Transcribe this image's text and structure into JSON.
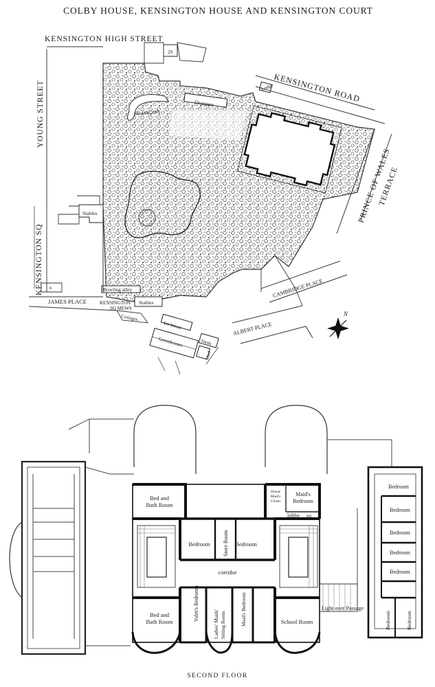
{
  "title": "COLBY HOUSE, KENSINGTON HOUSE AND KENSINGTON COURT",
  "site_plan": {
    "streets": {
      "kensington_high_street": "KENSINGTON HIGH STREET",
      "young_street": "YOUNG STREET",
      "kensington_road": "KENSINGTON ROAD",
      "prince_of_wales": "PRINCE OF WALES",
      "terrace": "TERRACE",
      "kensington_sq": "KENSINGTON SQ",
      "james_place": "JAMES PLACE",
      "cambridge_place": "CAMBRIDGE PLACE",
      "albert_place": "ALBERT PLACE"
    },
    "features": {
      "house_number": "29",
      "lodge": "Lodge",
      "orangery": "Orangery",
      "skating_rink": "Skating rink",
      "stables_west": "Stables",
      "bowling_alley": "Bowling alley",
      "kensington": "KENSINGTON",
      "sq_mews": "SQ MEWS",
      "stables_south": "Stables",
      "cottages": "Cottages",
      "greenhouses": "Greenhouses",
      "sheds": "Sheds",
      "shed": "Shed",
      "ice_house": "Ice house",
      "small_number": "6"
    },
    "compass": {
      "north": "N"
    }
  },
  "floor_plan": {
    "rooms": {
      "bed_bath_top": [
        "Bed and",
        "Bath Room"
      ],
      "bed_bath_bottom": [
        "Bed and",
        "Bath Room"
      ],
      "bedroom_centre": "Bedroom",
      "store_room": "Store Room",
      "bedroom_centre_2": "Bedroom",
      "house_maids_closet": [
        "House",
        "Maid's",
        "Closet"
      ],
      "maids_bedroom": [
        "Maid's",
        "Bedroom"
      ],
      "lobby": "lobby",
      "wc": "wc",
      "corridor": "corridor",
      "valets_bedroom": "Valet's Bedroom",
      "ladies_maids_sitting": [
        "Ladies' Maids'",
        "Sitting Room"
      ],
      "maids_bedroom_2": "Maid's Bedroom",
      "school_room": "School Room",
      "light_over_passage": "Light over Passage",
      "wing_bedrooms": [
        "Bedroom",
        "Bedroom",
        "Bedroom",
        "Bedroom",
        "Bedroom"
      ],
      "wing_bedroom_low_1": "Bedroom",
      "wing_bedroom_low_2": "Bedroom"
    }
  },
  "caption": "SECOND FLOOR"
}
